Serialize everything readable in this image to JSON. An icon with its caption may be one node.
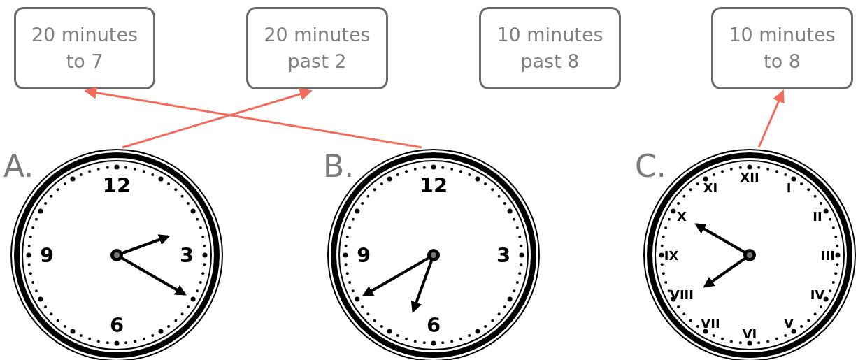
{
  "diagram": {
    "nodes": [
      {
        "text": [
          "20 minutes to 7"
        ]
      },
      {
        "text": [
          "20 minutes past 2"
        ]
      },
      {
        "text": [
          "10 minutes past 8"
        ]
      },
      {
        "text": [
          "10 minutes to 8"
        ]
      },
      {
        "text": [],
        "shape": "picture",
        "beside": [
          "A."
        ]
      },
      {
        "text": [],
        "shape": "picture",
        "beside": [
          "B."
        ]
      },
      {
        "text": [],
        "shape": "picture",
        "beside": [
          "C."
        ]
      }
    ],
    "edges": [
      {
        "from": 4,
        "to": 1,
        "arrow": "to"
      },
      {
        "from": 5,
        "to": 0,
        "arrow": "to"
      },
      {
        "from": 6,
        "to": 3,
        "arrow": "to"
      }
    ],
    "labels": [
      "12",
      "9",
      "3",
      "6",
      "12",
      "9",
      "3",
      "6",
      "XII",
      "I",
      "II",
      "III",
      "IV",
      "V",
      "VI",
      "VII",
      "VIII",
      "IX",
      "X",
      "XI"
    ]
  }
}
